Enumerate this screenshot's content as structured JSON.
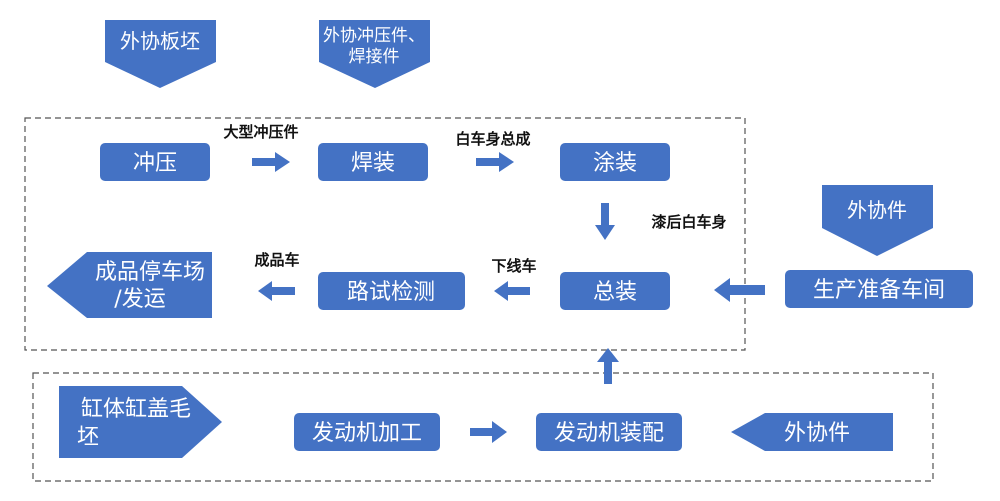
{
  "colors": {
    "box_fill": "#4472c4",
    "box_text": "#ffffff",
    "label_text": "#111111",
    "frame_stroke": "#555555"
  },
  "inputs": {
    "outsourced_blank": "外协板坯",
    "outsourced_stamp_weld_line1": "外协冲压件、",
    "outsourced_stamp_weld_line2": "焊接件",
    "outsourced_parts_right": "外协件"
  },
  "body_line": {
    "stamping": "冲压",
    "welding": "焊装",
    "painting": "涂装",
    "assembly": "总装",
    "road_test": "路试检测"
  },
  "labels": {
    "large_stamped_parts": "大型冲压件",
    "body_in_white": "白车身总成",
    "painted_body": "漆后白车身",
    "offline_vehicle": "下线车",
    "finished_vehicle": "成品车"
  },
  "output": {
    "line1": "成品停车场",
    "line2": "/发运"
  },
  "prep_workshop": "生产准备车间",
  "engine_line": {
    "block_head_line1": "缸体缸盖毛",
    "block_head_line2": "坯",
    "machining": "发动机加工",
    "engine_assembly": "发动机装配",
    "outsourced_parts": "外协件"
  }
}
